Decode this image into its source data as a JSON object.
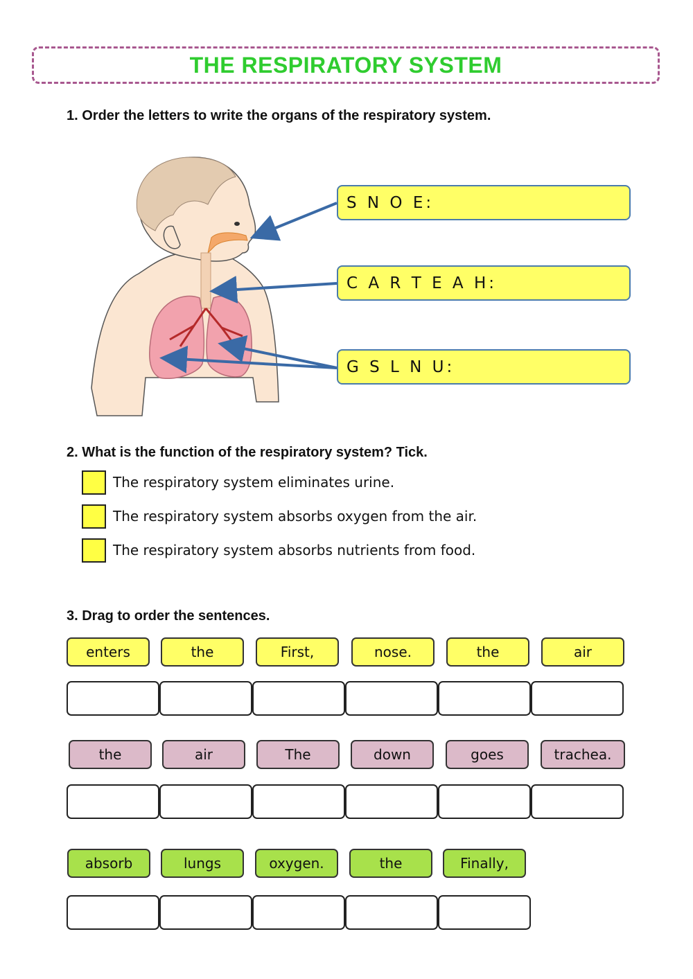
{
  "header": {
    "title": "THE RESPIRATORY SYSTEM"
  },
  "questions": {
    "q1": "1. Order the letters to write the organs of the respiratory system.",
    "q2": "2. What is the function of the respiratory system? Tick.",
    "q3": "3. Drag to order the sentences."
  },
  "organs": [
    {
      "label": "S N O E:"
    },
    {
      "label": "C A R T E A H:"
    },
    {
      "label": "G S L N U:"
    }
  ],
  "options": [
    "The respiratory system eliminates urine.",
    "The respiratory system absorbs oxygen from the air.",
    "The respiratory system absorbs nutrients from food."
  ],
  "sentences": [
    {
      "color": "#ffff66",
      "words": [
        "enters",
        "the",
        "First,",
        "nose.",
        "the",
        "air"
      ]
    },
    {
      "color": "#dcbac9",
      "words": [
        "the",
        "air",
        "The",
        "down",
        "goes",
        "trachea."
      ]
    },
    {
      "color": "#a8e14b",
      "words": [
        "absorb",
        "lungs",
        "oxygen.",
        "the",
        "Finally,"
      ]
    }
  ],
  "colors": {
    "title": "#2fcc2f",
    "frame": "#a8588f",
    "arrow": "#3a6aa6",
    "answer_fill": "#ffff66"
  }
}
